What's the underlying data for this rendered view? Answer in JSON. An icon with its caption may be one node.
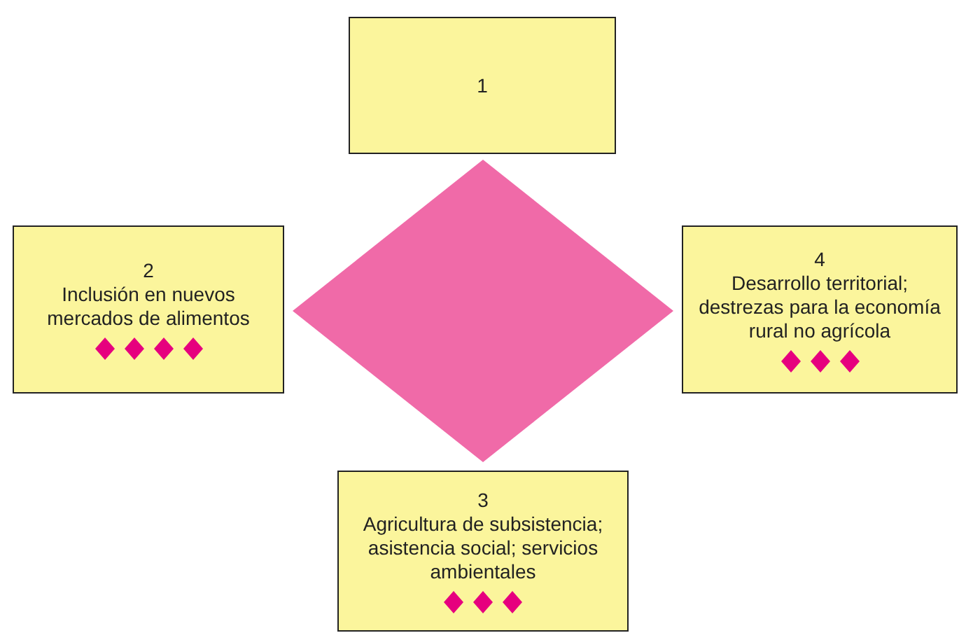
{
  "diagram": {
    "nodes": [
      {
        "text": [
          "1"
        ]
      },
      {
        "text": [
          "2",
          "Inclusión en nuevos mercados de alimentos"
        ]
      },
      {
        "text": [],
        "shape": "diamond",
        "in": 1
      },
      {
        "text": [],
        "shape": "diamond",
        "in": 1
      },
      {
        "text": [],
        "shape": "diamond",
        "in": 1
      },
      {
        "text": [],
        "shape": "diamond",
        "in": 1
      },
      {
        "text": [],
        "shape": "diamond"
      },
      {
        "text": [
          "4",
          "Desarrollo territorial; destrezas para la economía rural no agrícola"
        ]
      },
      {
        "text": [],
        "shape": "diamond",
        "in": 7
      },
      {
        "text": [],
        "shape": "diamond",
        "in": 7
      },
      {
        "text": [],
        "shape": "diamond",
        "in": 7
      },
      {
        "text": [
          "3",
          "Agricultura de subsistencia; asistencia social; servicios ambientales"
        ]
      },
      {
        "text": [],
        "shape": "diamond",
        "in": 11
      },
      {
        "text": [],
        "shape": "diamond",
        "in": 11
      },
      {
        "text": [],
        "shape": "diamond",
        "in": 11
      }
    ]
  }
}
